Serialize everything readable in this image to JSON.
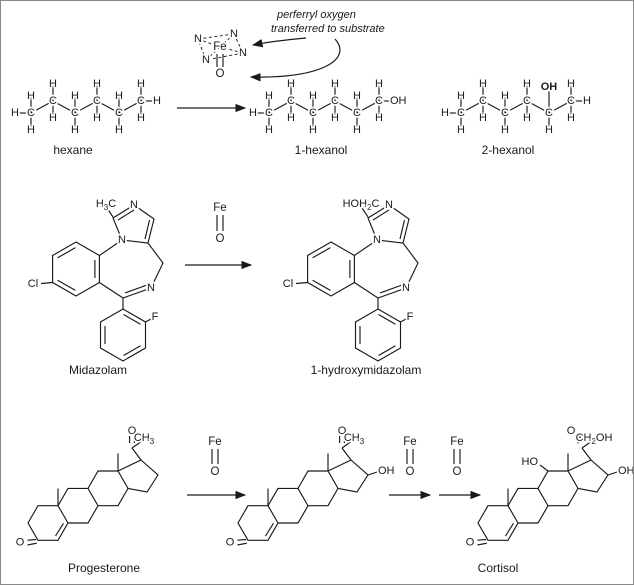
{
  "figure": {
    "colors": {
      "ink": "#1a1a1a",
      "background": "#ffffff",
      "border": "#8a8a8a"
    },
    "annotation": {
      "line1": "perferryl oxygen",
      "line2": "transferred to substrate"
    },
    "atoms": {
      "h": "H",
      "c": "C",
      "n": "N",
      "o": "O",
      "cl": "Cl",
      "f": "F",
      "fe": "Fe",
      "oh": "OH",
      "ho": "HO"
    },
    "groups": {
      "h3c": {
        "t1": "H",
        "t2": "3",
        "t3": "C"
      },
      "hoh2c": {
        "t1": "HOH",
        "t2": "2",
        "t3": "C"
      },
      "ch3": {
        "t1": "CH",
        "t2": "3"
      },
      "ch2oh": {
        "t1": "CH",
        "t2": "2",
        "t3": "OH"
      }
    },
    "labels": {
      "hexane": "hexane",
      "hexanol1": "1-hexanol",
      "hexanol2": "2-hexanol",
      "midazolam": "Midazolam",
      "hydroxymidazolam": "1-hydroxymidazolam",
      "progesterone": "Progesterone",
      "cortisol": "Cortisol"
    }
  }
}
